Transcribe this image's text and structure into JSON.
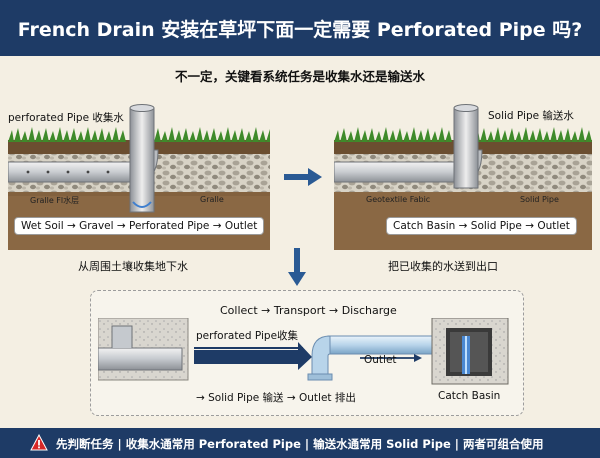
{
  "header": {
    "title": "French Drain 安装在草坪下面一定需要 Perforated Pipe 吗?"
  },
  "subtitle": "不一定，关键看系统任务是收集水还是输送水",
  "left_panel": {
    "callout": "perforated Pipe 收集水",
    "layer_left": "Gralle Fl水层",
    "layer_right": "Gralle",
    "flow": "Wet Soil → Gravel → Perforated Pipe → Outlet",
    "caption": "从周围土壤收集地下水"
  },
  "right_panel": {
    "callout": "Solid Pipe 输送水",
    "layer_left": "Geotextile Fabic",
    "layer_right": "Solid Pipe",
    "flow": "Catch Basin → Solid Pipe → Outlet",
    "caption": "把已收集的水送到出口"
  },
  "bottom_panel": {
    "sequence": "Collect → Transport → Discharge",
    "perforated_label": "perforated Pipe收集",
    "outlet_label": "Outlet",
    "solid_flow": "→ Solid Pipe 输送 → Outlet 排出",
    "catch_basin": "Catch Basin"
  },
  "footer": {
    "icon": "warning-icon",
    "text": "先判断任务 | 收集水通常用 Perforated Pipe | 输送水通常用 Solid Pipe | 两者可组合使用"
  },
  "colors": {
    "header_bg": "#1e3b66",
    "arrow_blue": "#2a5a94",
    "background": "#f4efe3",
    "grass": "#3f8a2a",
    "soil": "#8a6844",
    "warning": "#d62828"
  }
}
